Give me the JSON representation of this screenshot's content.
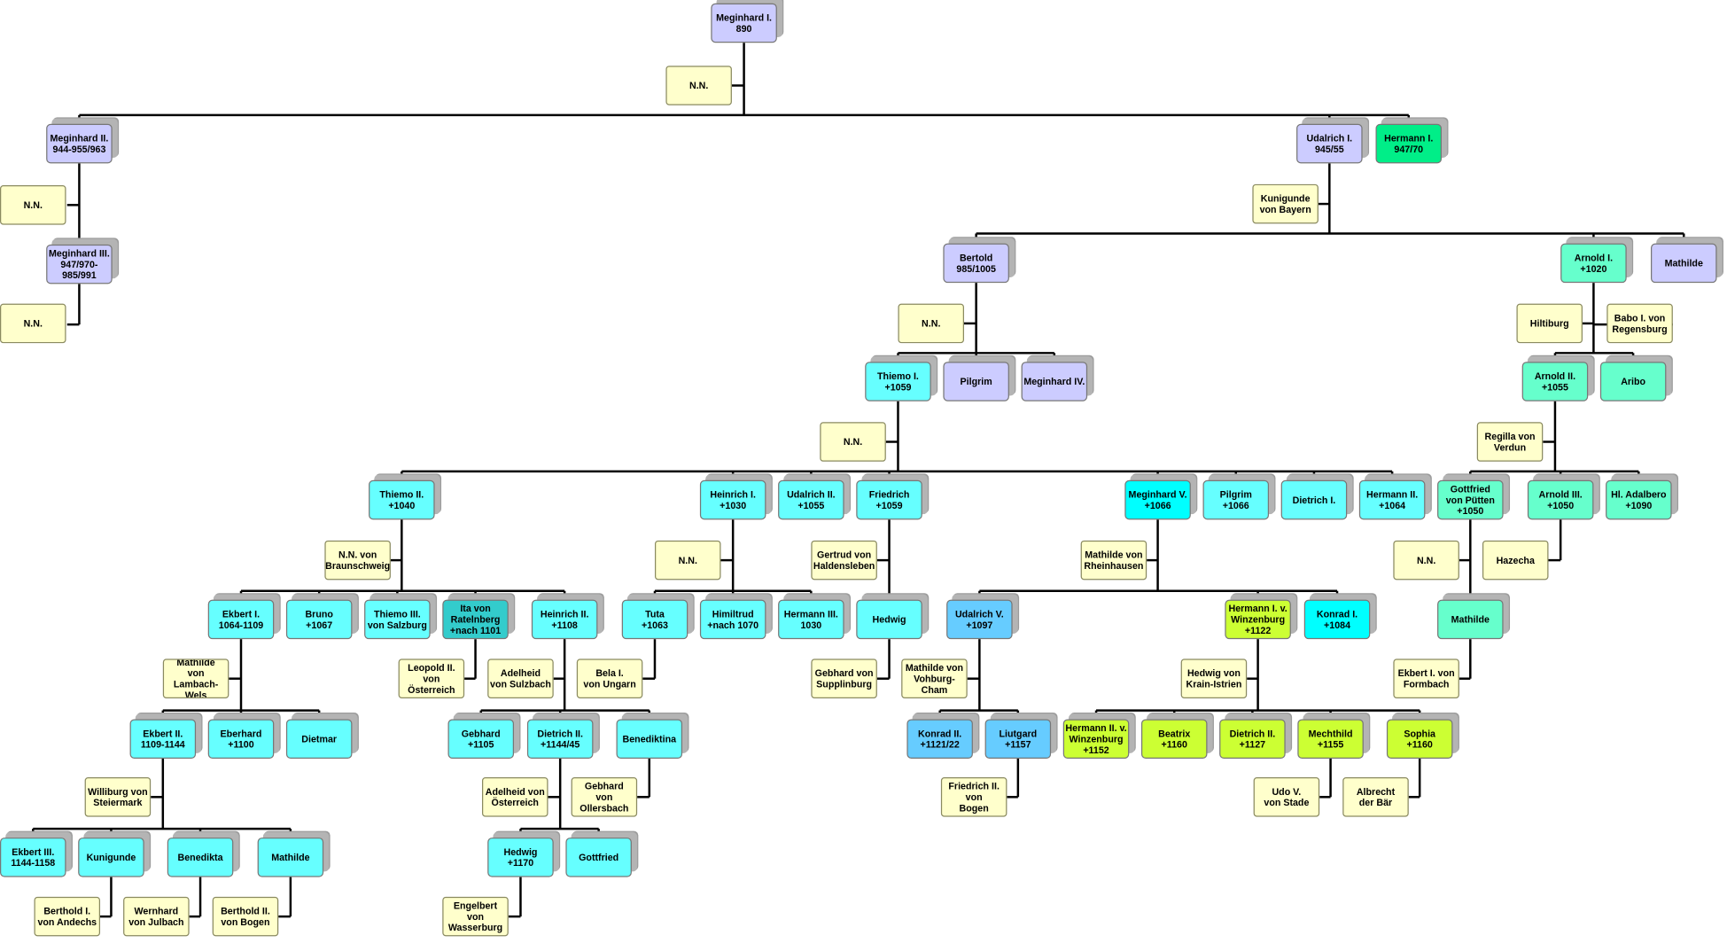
{
  "colors": {
    "lavender": "#ccccff",
    "green": "#00ee88",
    "mint": "#66ffcc",
    "cyan": "#66ffff",
    "aqua": "#00ffff",
    "teal": "#33cccc",
    "blue": "#66ccff",
    "lime": "#ccff33",
    "spouse": "#ffffcc",
    "line": "#000000"
  },
  "persons": [
    {
      "id": "meginhard1",
      "text": "Meginhard I.\n890",
      "color": "lavender"
    },
    {
      "id": "nn_a",
      "text": "N.N.",
      "color": "spouse"
    },
    {
      "id": "meginhard2",
      "text": "Meginhard II.\n944-955/963",
      "color": "lavender"
    },
    {
      "id": "nn_b",
      "text": "N.N.",
      "color": "spouse"
    },
    {
      "id": "meginhard3",
      "text": "Meginhard III.\n947/970-\n985/991",
      "color": "lavender"
    },
    {
      "id": "nn_c",
      "text": "N.N.",
      "color": "spouse"
    },
    {
      "id": "udalrich1",
      "text": "Udalrich I.\n945/55",
      "color": "lavender"
    },
    {
      "id": "hermann1",
      "text": "Hermann I.\n947/70",
      "color": "green"
    },
    {
      "id": "kunigunde_b",
      "text": "Kunigunde\nvon Bayern",
      "color": "spouse"
    },
    {
      "id": "bertold",
      "text": "Bertold\n985/1005",
      "color": "lavender"
    },
    {
      "id": "arnold1",
      "text": "Arnold I.\n+1020",
      "color": "mint"
    },
    {
      "id": "mathilde_a",
      "text": "Mathilde",
      "color": "lavender"
    },
    {
      "id": "nn_d",
      "text": "N.N.",
      "color": "spouse"
    },
    {
      "id": "hiltiburg",
      "text": "Hiltiburg",
      "color": "spouse"
    },
    {
      "id": "babo",
      "text": "Babo I. von\nRegensburg",
      "color": "spouse"
    },
    {
      "id": "thiemo1",
      "text": "Thiemo I.\n+1059",
      "color": "cyan"
    },
    {
      "id": "pilgrim_a",
      "text": "Pilgrim",
      "color": "lavender"
    },
    {
      "id": "meginhard4",
      "text": "Meginhard IV.",
      "color": "lavender"
    },
    {
      "id": "arnold2",
      "text": "Arnold II.\n+1055",
      "color": "mint"
    },
    {
      "id": "aribo",
      "text": "Aribo",
      "color": "mint"
    },
    {
      "id": "nn_e",
      "text": "N.N.",
      "color": "spouse"
    },
    {
      "id": "regilla",
      "text": "Regilla von\nVerdun",
      "color": "spouse"
    },
    {
      "id": "thiemo2",
      "text": "Thiemo II.\n+1040",
      "color": "cyan"
    },
    {
      "id": "heinrich1",
      "text": "Heinrich I.\n+1030",
      "color": "cyan"
    },
    {
      "id": "udalrich2",
      "text": "Udalrich II.\n+1055",
      "color": "cyan"
    },
    {
      "id": "friedrich",
      "text": "Friedrich\n+1059",
      "color": "cyan"
    },
    {
      "id": "meginhard5",
      "text": "Meginhard V.\n+1066",
      "color": "aqua"
    },
    {
      "id": "pilgrim_b",
      "text": "Pilgrim\n+1066",
      "color": "cyan"
    },
    {
      "id": "dietrich1",
      "text": "Dietrich I.",
      "color": "cyan"
    },
    {
      "id": "hermann2",
      "text": "Hermann II.\n+1064",
      "color": "cyan"
    },
    {
      "id": "gottfried_p",
      "text": "Gottfried\nvon Pütten\n+1050",
      "color": "mint"
    },
    {
      "id": "arnold3",
      "text": "Arnold III.\n+1050",
      "color": "mint"
    },
    {
      "id": "adalbero",
      "text": "Hl. Adalbero\n+1090",
      "color": "mint"
    },
    {
      "id": "nn_braun",
      "text": "N.N. von\nBraunschweig",
      "color": "spouse"
    },
    {
      "id": "nn_f",
      "text": "N.N.",
      "color": "spouse"
    },
    {
      "id": "gertrud",
      "text": "Gertrud von\nHaldensleben",
      "color": "spouse"
    },
    {
      "id": "mathilde_rh",
      "text": "Mathilde von\nRheinhausen",
      "color": "spouse"
    },
    {
      "id": "nn_g",
      "text": "N.N.",
      "color": "spouse"
    },
    {
      "id": "hazecha",
      "text": "Hazecha",
      "color": "spouse"
    },
    {
      "id": "ekbert1",
      "text": "Ekbert I.\n1064-1109",
      "color": "cyan"
    },
    {
      "id": "bruno",
      "text": "Bruno\n+1067",
      "color": "cyan"
    },
    {
      "id": "thiemo3",
      "text": "Thiemo III.\nvon Salzburg",
      "color": "cyan"
    },
    {
      "id": "ita",
      "text": "Ita von\nRatelnberg\n+nach 1101",
      "color": "teal"
    },
    {
      "id": "heinrich2",
      "text": "Heinrich II.\n+1108",
      "color": "cyan"
    },
    {
      "id": "tuta",
      "text": "Tuta\n+1063",
      "color": "cyan"
    },
    {
      "id": "himiltrud",
      "text": "Himiltrud\n+nach 1070",
      "color": "cyan"
    },
    {
      "id": "hermann3",
      "text": "Hermann III.\n1030",
      "color": "cyan"
    },
    {
      "id": "hedwig_a",
      "text": "Hedwig",
      "color": "cyan"
    },
    {
      "id": "udalrich5",
      "text": "Udalrich V.\n+1097",
      "color": "blue"
    },
    {
      "id": "hermann_w",
      "text": "Hermann I. v.\nWinzenburg\n+1122",
      "color": "lime"
    },
    {
      "id": "konrad1",
      "text": "Konrad I.\n+1084",
      "color": "aqua"
    },
    {
      "id": "mathilde_b",
      "text": "Mathilde",
      "color": "mint"
    },
    {
      "id": "mathilde_lw",
      "text": "Mathilde\nvon\nLambach-Wels",
      "color": "spouse"
    },
    {
      "id": "leopold",
      "text": "Leopold II.\nvon\nÖsterreich",
      "color": "spouse"
    },
    {
      "id": "adelheid_s",
      "text": "Adelheid\nvon Sulzbach",
      "color": "spouse"
    },
    {
      "id": "bela",
      "text": "Bela I.\nvon Ungarn",
      "color": "spouse"
    },
    {
      "id": "gebhard_s",
      "text": "Gebhard von\nSupplinburg",
      "color": "spouse"
    },
    {
      "id": "mathilde_vc",
      "text": "Mathilde von\nVohburg-Cham",
      "color": "spouse"
    },
    {
      "id": "hedwig_k",
      "text": "Hedwig von\nKrain-Istrien",
      "color": "spouse"
    },
    {
      "id": "ekbert_f",
      "text": "Ekbert I. von\nFormbach",
      "color": "spouse"
    },
    {
      "id": "ekbert2",
      "text": "Ekbert II.\n1109-1144",
      "color": "cyan"
    },
    {
      "id": "eberhard",
      "text": "Eberhard\n+1100",
      "color": "cyan"
    },
    {
      "id": "dietmar",
      "text": "Dietmar",
      "color": "cyan"
    },
    {
      "id": "gebhard",
      "text": "Gebhard\n+1105",
      "color": "cyan"
    },
    {
      "id": "dietrich2",
      "text": "Dietrich II.\n+1144/45",
      "color": "cyan"
    },
    {
      "id": "benediktina",
      "text": "Benediktina",
      "color": "cyan"
    },
    {
      "id": "konrad2",
      "text": "Konrad II.\n+1121/22",
      "color": "blue"
    },
    {
      "id": "liutgard",
      "text": "Liutgard\n+1157",
      "color": "blue"
    },
    {
      "id": "hermann2w",
      "text": "Hermann II. v.\nWinzenburg\n+1152",
      "color": "lime"
    },
    {
      "id": "beatrix",
      "text": "Beatrix\n+1160",
      "color": "lime"
    },
    {
      "id": "dietrich2w",
      "text": "Dietrich II.\n+1127",
      "color": "lime"
    },
    {
      "id": "mechthild",
      "text": "Mechthild\n+1155",
      "color": "lime"
    },
    {
      "id": "sophia",
      "text": "Sophia\n+1160",
      "color": "lime"
    },
    {
      "id": "williburg",
      "text": "Williburg von\nSteiermark",
      "color": "spouse"
    },
    {
      "id": "adelheid_o",
      "text": "Adelheid von\nÖsterreich",
      "color": "spouse"
    },
    {
      "id": "gebhard_o",
      "text": "Gebhard\nvon Ollersbach",
      "color": "spouse"
    },
    {
      "id": "friedrich2",
      "text": "Friedrich II.\nvon\nBogen",
      "color": "spouse"
    },
    {
      "id": "udo",
      "text": "Udo V.\nvon Stade",
      "color": "spouse"
    },
    {
      "id": "albrecht",
      "text": "Albrecht\nder Bär",
      "color": "spouse"
    },
    {
      "id": "ekbert3",
      "text": "Ekbert III.\n1144-1158",
      "color": "cyan"
    },
    {
      "id": "kunigunde",
      "text": "Kunigunde",
      "color": "cyan"
    },
    {
      "id": "benedikta",
      "text": "Benedikta",
      "color": "cyan"
    },
    {
      "id": "mathilde_c",
      "text": "Mathilde",
      "color": "cyan"
    },
    {
      "id": "hedwig_b",
      "text": "Hedwig\n+1170",
      "color": "cyan"
    },
    {
      "id": "gottfried",
      "text": "Gottfried",
      "color": "cyan"
    },
    {
      "id": "berthold_a",
      "text": "Berthold I.\nvon Andechs",
      "color": "spouse"
    },
    {
      "id": "wernhard",
      "text": "Wernhard\nvon Julbach",
      "color": "spouse"
    },
    {
      "id": "berthold_b",
      "text": "Berthold II.\nvon Bogen",
      "color": "spouse"
    },
    {
      "id": "engelbert",
      "text": "Engelbert\nvon\nWasserburg",
      "color": "spouse"
    }
  ]
}
